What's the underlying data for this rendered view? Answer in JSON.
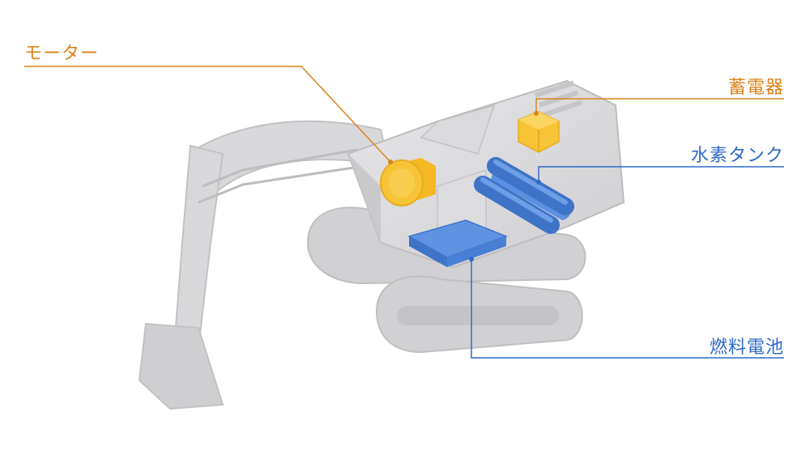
{
  "labels": {
    "motor": "モーター",
    "capacitor": "蓄電器",
    "hydrogen_tank": "水素タンク",
    "fuel_cell": "燃料電池"
  },
  "colors": {
    "accent_orange": "#d9841c",
    "accent_blue": "#2f6ac8",
    "component_yellow": "#f7c437",
    "component_blue": "#4a7fd6",
    "machine_gray": "#d4d4d6"
  }
}
